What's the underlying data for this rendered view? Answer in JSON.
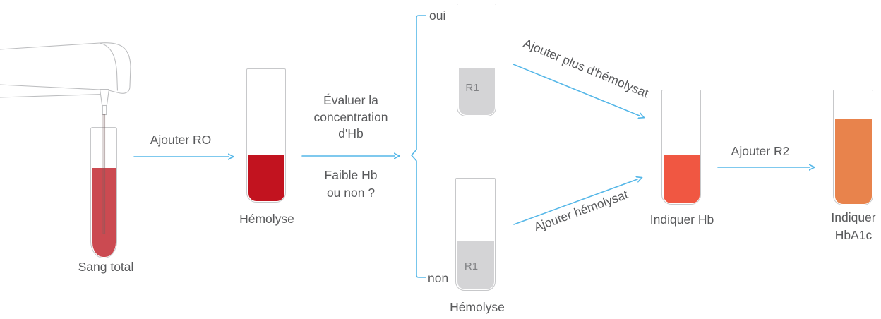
{
  "colors": {
    "arrow_blue": "#55b7e8",
    "text_gray": "#58595b",
    "tube_outline": "#c7c8ca",
    "machine_outline": "#bdbec0",
    "blood_red": "#cb4a51",
    "hemolysis_red": "#c2131f",
    "gray_liquid": "#d4d4d6",
    "r1_text": "#808184",
    "hb_red_orange": "#f05742",
    "hba1c_orange": "#e8834c"
  },
  "stages": {
    "sang_total": {
      "label": "Sang total"
    },
    "hemolyse1": {
      "label": "Hémolyse"
    },
    "r1_top": {
      "label": "R1"
    },
    "r1_bottom": {
      "label": "R1"
    },
    "hemolyse2": {
      "label": "Hémolyse"
    },
    "indiquer_hb": {
      "label": "Indiquer Hb"
    },
    "indiquer_hba1c": {
      "label_line1": "Indiquer",
      "label_line2": "HbA1c"
    }
  },
  "arrows": {
    "add_ro": "Ajouter RO",
    "add_more_hemolysat": "Ajouter plus d'hémolysat",
    "add_hemolysat": "Ajouter hémolysat",
    "add_r2": "Ajouter R2"
  },
  "decision": {
    "evaluate_line1": "Évaluer la",
    "evaluate_line2": "concentration",
    "evaluate_line3": "d'Hb",
    "question_line1": "Faible Hb",
    "question_line2": "ou non ?",
    "yes": "oui",
    "no": "non"
  }
}
